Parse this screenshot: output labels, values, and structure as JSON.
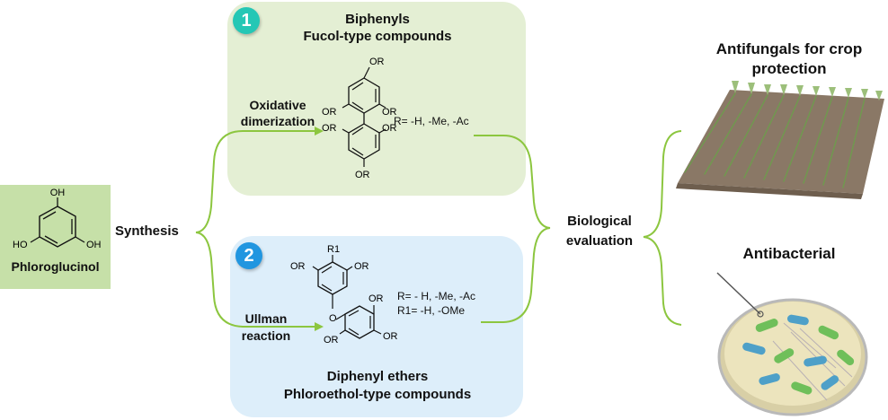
{
  "phloroglucinol": {
    "label": "Phloroglucinol",
    "oh_top": "OH",
    "oh_left": "HO",
    "oh_right": "OH"
  },
  "synthesis_label": "Synthesis",
  "route1": {
    "number": "1",
    "title_line1": "Biphenyls",
    "title_line2": "Fucol-type compounds",
    "reaction_line1": "Oxidative",
    "reaction_line2": "dimerization",
    "r_groups": "R= -H, -Me, -Ac",
    "substituent": "OR"
  },
  "route2": {
    "number": "2",
    "title_line1": "Diphenyl ethers",
    "title_line2": "Phloroethol-type compounds",
    "reaction_line1": "Ullman",
    "reaction_line2": "reaction",
    "r_groups_line1": "R= - H, -Me, -Ac",
    "r_groups_line2": "R1= -H, -OMe",
    "substituent": "OR",
    "r1_label": "R1",
    "oxygen": "O"
  },
  "evaluation": {
    "line1": "Biological",
    "line2": "evaluation"
  },
  "applications": {
    "antifungal_line1": "Antifungals for crop",
    "antifungal_line2": "protection",
    "antibacterial": "Antibacterial"
  },
  "colors": {
    "route1_box": "#e4efd4",
    "route2_box": "#ddeefa",
    "phloro_box": "#c6e0a8",
    "badge1": "#25c7b5",
    "badge2": "#2196e0",
    "bracket": "#8cc63f"
  }
}
